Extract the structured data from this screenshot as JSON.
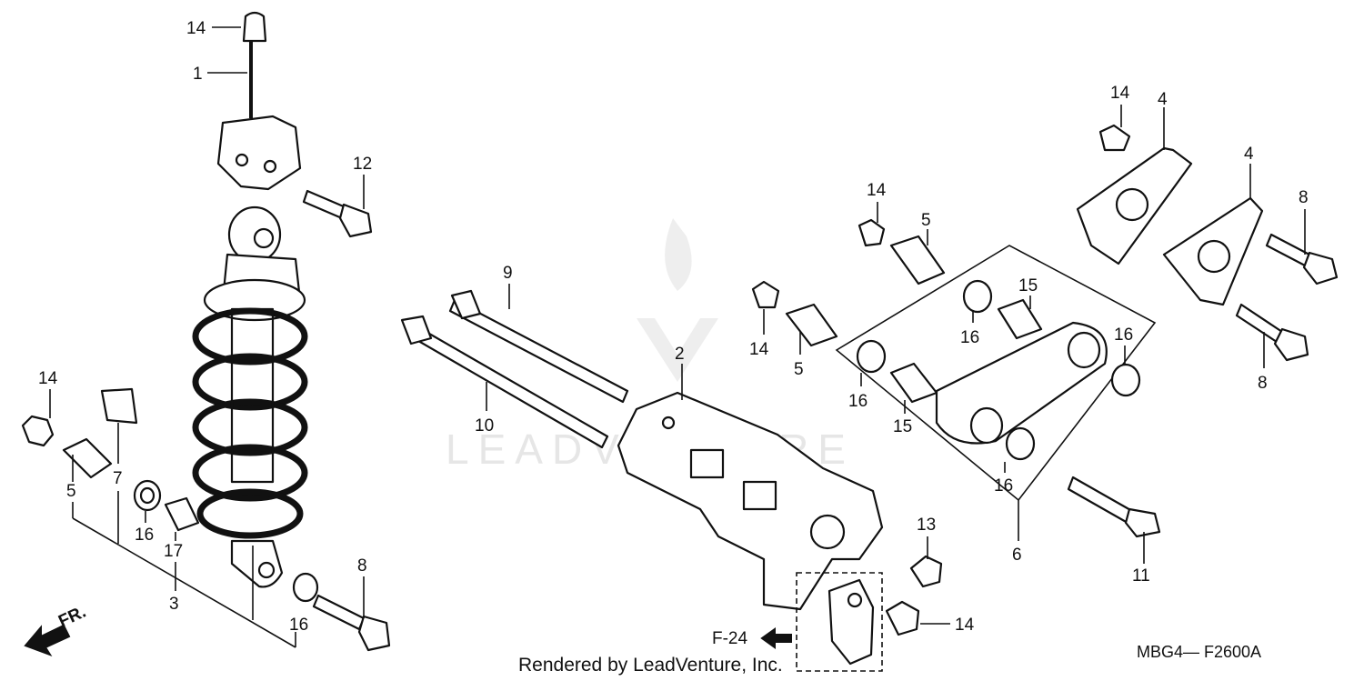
{
  "diagram": {
    "callouts": {
      "c1": "1",
      "c2": "2",
      "c3": "3",
      "c4a": "4",
      "c4b": "4",
      "c5a": "5",
      "c5b": "5",
      "c5c": "5",
      "c6": "6",
      "c7": "7",
      "c8a": "8",
      "c8b": "8",
      "c8c": "8",
      "c9": "9",
      "c10": "10",
      "c11": "11",
      "c12": "12",
      "c13": "13",
      "c14a": "14",
      "c14b": "14",
      "c14c": "14",
      "c14d": "14",
      "c14e": "14",
      "c14f": "14",
      "c15a": "15",
      "c15b": "15",
      "c16a": "16",
      "c16b": "16",
      "c16c": "16",
      "c16d": "16",
      "c16e": "16",
      "c17": "17"
    },
    "front_indicator": "FR.",
    "ref_label": "F-24",
    "diagram_code": "MBG4— F2600A",
    "rendered_by": "Rendered by LeadVenture, Inc.",
    "watermark": "LEADVENTURE"
  }
}
